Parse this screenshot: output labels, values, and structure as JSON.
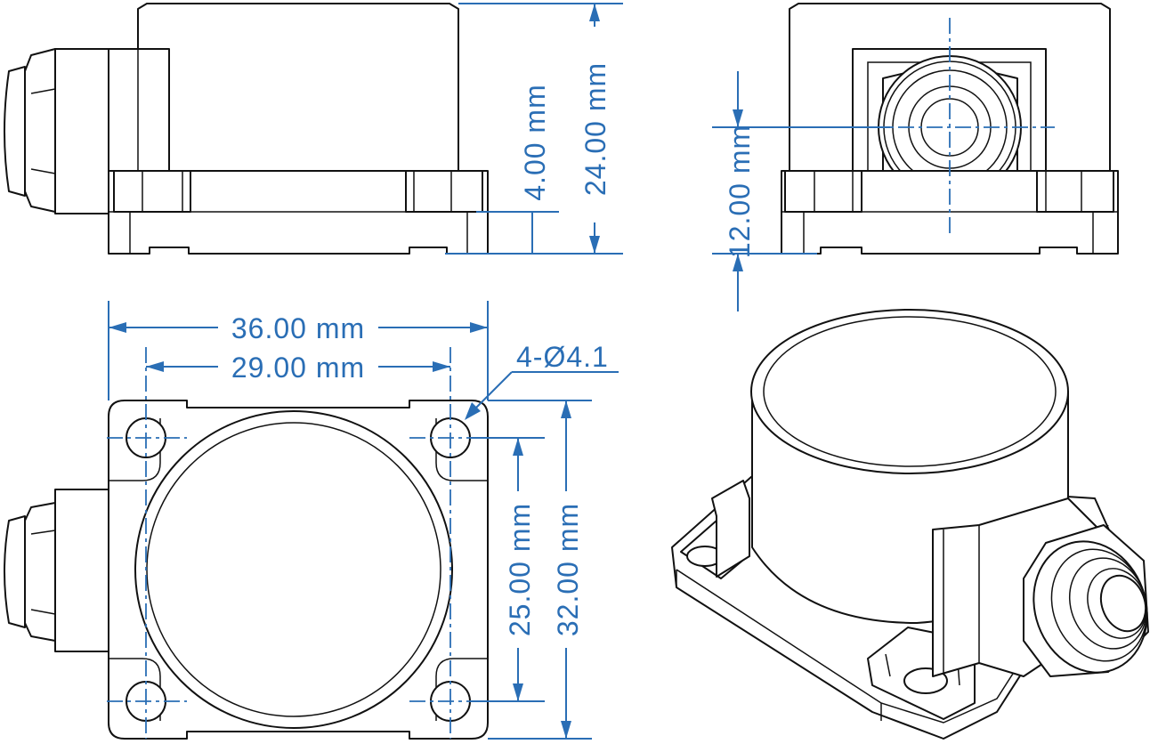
{
  "colors": {
    "outline": "#111111",
    "dimension": "#2a6eb5",
    "background": "#ffffff"
  },
  "dimensions": {
    "height_total": "24.00 mm",
    "base_height": "4.00 mm",
    "center_height": "12.00 mm",
    "width_outer": "36.00 mm",
    "hole_spacing_x": "29.00 mm",
    "hole_callout": "4-Ø4.1",
    "hole_spacing_y": "25.00 mm",
    "depth_outer": "32.00 mm"
  }
}
